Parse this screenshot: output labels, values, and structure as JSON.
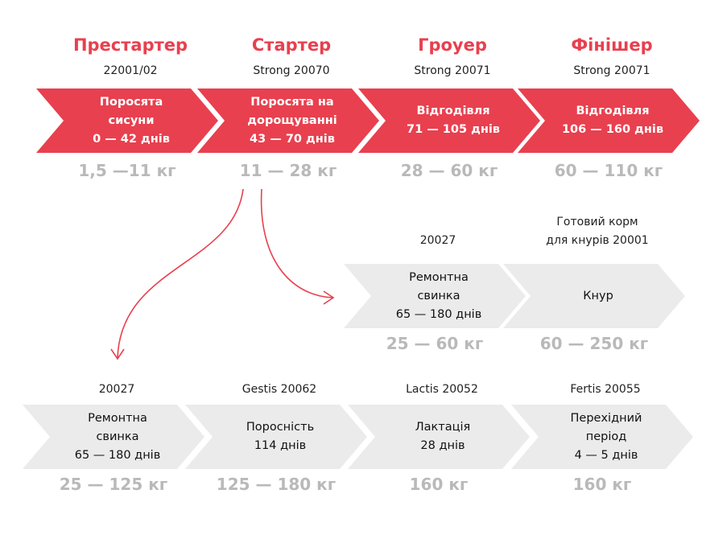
{
  "colors": {
    "red": "#e8404f",
    "gray_chevron": "#ebebeb",
    "weight": "#b9b9b9"
  },
  "top_row": [
    {
      "title": "Престартер",
      "feed": [
        "22001/02"
      ],
      "stage": [
        "Поросята",
        "сисуни",
        "0 — 42 днів"
      ],
      "weight": "1,5 —11 кг"
    },
    {
      "title": "Стартер",
      "feed": [
        "Strong 20070"
      ],
      "stage": [
        "Поросята на",
        "дорощуванні",
        "43 — 70 днів"
      ],
      "weight": "11 — 28 кг"
    },
    {
      "title": "Гроуер",
      "feed": [
        "Strong 20071"
      ],
      "stage": [
        "Відгодівля",
        "71 — 105 днів"
      ],
      "weight": "28 — 60 кг"
    },
    {
      "title": "Фінішер",
      "feed": [
        "Strong 20071"
      ],
      "stage": [
        "Відгодівля",
        "106 — 160 днів"
      ],
      "weight": "60 — 110 кг"
    }
  ],
  "middle_row": [
    {
      "feed": [
        "20027"
      ],
      "stage": [
        "Ремонтна",
        "свинка",
        "65 — 180 днів"
      ],
      "weight": "25 — 60 кг"
    },
    {
      "feed": [
        "Готовий корм",
        "для кнурів 20001"
      ],
      "stage": [
        "Кнур"
      ],
      "weight": "60 — 250 кг"
    }
  ],
  "bottom_row": [
    {
      "feed": [
        "20027"
      ],
      "stage": [
        "Ремонтна",
        "свинка",
        "65 — 180 днів"
      ],
      "weight": "25 — 125 кг"
    },
    {
      "feed": [
        "Gestis 20062"
      ],
      "stage": [
        "Поросність",
        "114 днів"
      ],
      "weight": "125 — 180 кг"
    },
    {
      "feed": [
        "Lactis 20052"
      ],
      "stage": [
        "Лактація",
        "28 днів"
      ],
      "weight": "160 кг"
    },
    {
      "feed": [
        "Fertis 20055"
      ],
      "stage": [
        "Перехідний",
        "період",
        "4 — 5 днів"
      ],
      "weight": "160 кг"
    }
  ]
}
